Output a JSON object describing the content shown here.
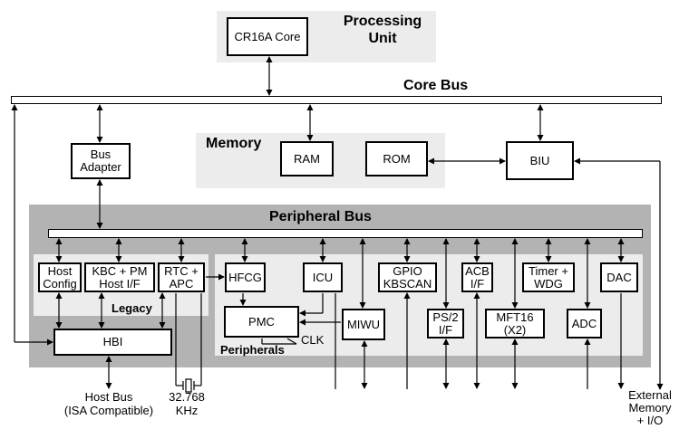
{
  "regions": {
    "processing_unit": "Processing\nUnit",
    "core_bus": "Core Bus",
    "memory": "Memory",
    "peripheral_bus": "Peripheral Bus",
    "legacy": "Legacy",
    "peripherals": "Peripherals"
  },
  "blocks": {
    "cr16a_core": "CR16A Core",
    "bus_adapter": "Bus\nAdapter",
    "ram": "RAM",
    "rom": "ROM",
    "biu": "BIU",
    "host_config": "Host\nConfig",
    "kbc_pm": "KBC + PM\nHost I/F",
    "rtc_apc": "RTC +\nAPC",
    "hfcg": "HFCG",
    "icu": "ICU",
    "gpio": "GPIO\nKBSCAN",
    "acb": "ACB\nI/F",
    "timer_wdg": "Timer +\nWDG",
    "dac": "DAC",
    "pmc": "PMC",
    "miwu": "MIWU",
    "ps2": "PS/2\nI/F",
    "mft16": "MFT16\n(X2)",
    "adc": "ADC",
    "hbi": "HBI"
  },
  "labels": {
    "clk": "CLK",
    "host_bus": "Host Bus\n(ISA Compatible)",
    "crystal": "32.768\nKHz",
    "external_memory": "External\nMemory\n+ I/O"
  }
}
